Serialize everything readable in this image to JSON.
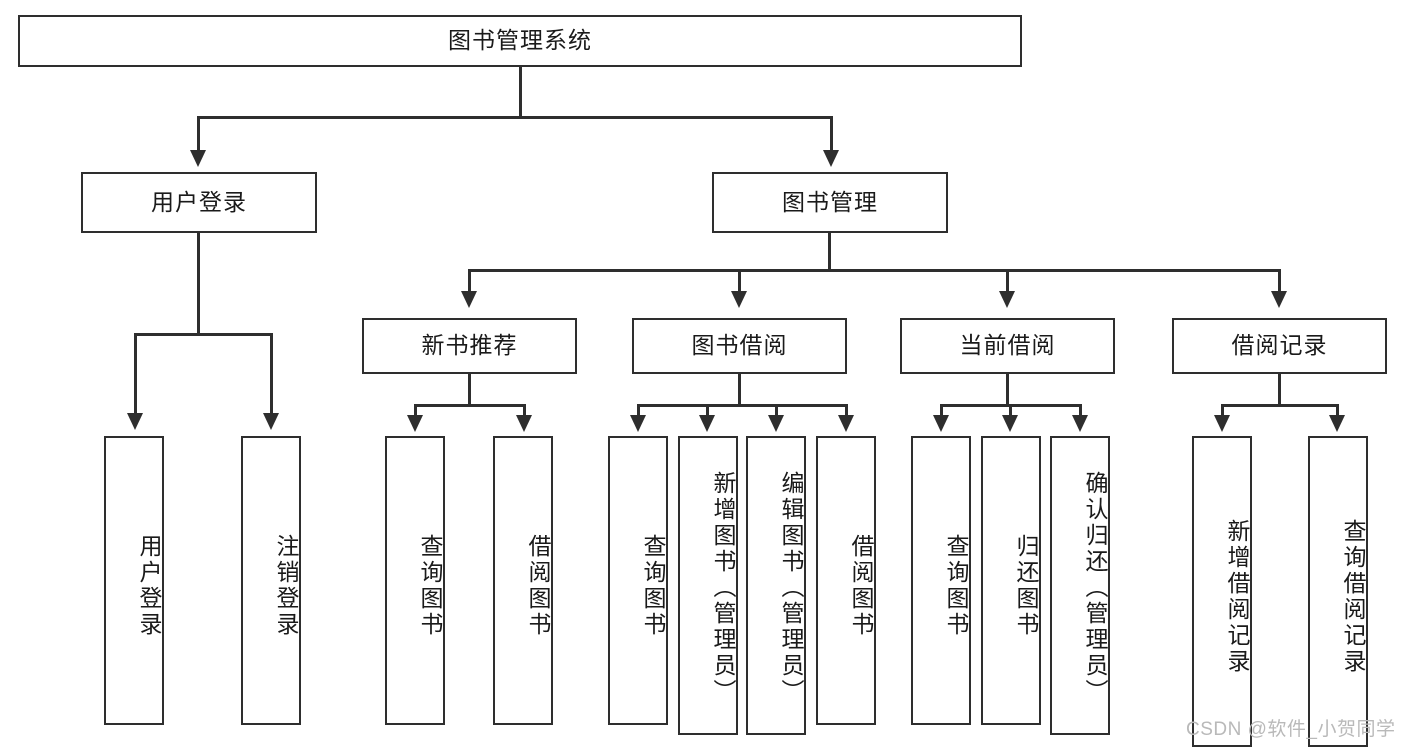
{
  "diagram": {
    "title": "图书管理系统",
    "type": "hierarchy-tree",
    "root": {
      "label": "图书管理系统"
    },
    "level2": [
      {
        "label": "用户登录"
      },
      {
        "label": "图书管理"
      }
    ],
    "level3": [
      {
        "label": "新书推荐"
      },
      {
        "label": "图书借阅"
      },
      {
        "label": "当前借阅"
      },
      {
        "label": "借阅记录"
      }
    ],
    "leaves": {
      "user_login": [
        {
          "label": "用户登录"
        },
        {
          "label": "注销登录"
        }
      ],
      "new_book_recommend": [
        {
          "label": "查询图书"
        },
        {
          "label": "借阅图书"
        }
      ],
      "book_borrow": [
        {
          "label": "查询图书"
        },
        {
          "label": "新增图书（管理员）"
        },
        {
          "label": "编辑图书（管理员）"
        },
        {
          "label": "借阅图书"
        }
      ],
      "current_borrow": [
        {
          "label": "查询图书"
        },
        {
          "label": "归还图书"
        },
        {
          "label": "确认归还（管理员）"
        }
      ],
      "borrow_record": [
        {
          "label": "新增借阅记录"
        },
        {
          "label": "查询借阅记录"
        }
      ]
    }
  },
  "watermark": {
    "text": "CSDN @软件_小贺同学"
  },
  "colors": {
    "stroke": "#2e2e2e",
    "text": "#1a1a1a",
    "background": "#ffffff",
    "watermark": "#b9b9b9"
  }
}
